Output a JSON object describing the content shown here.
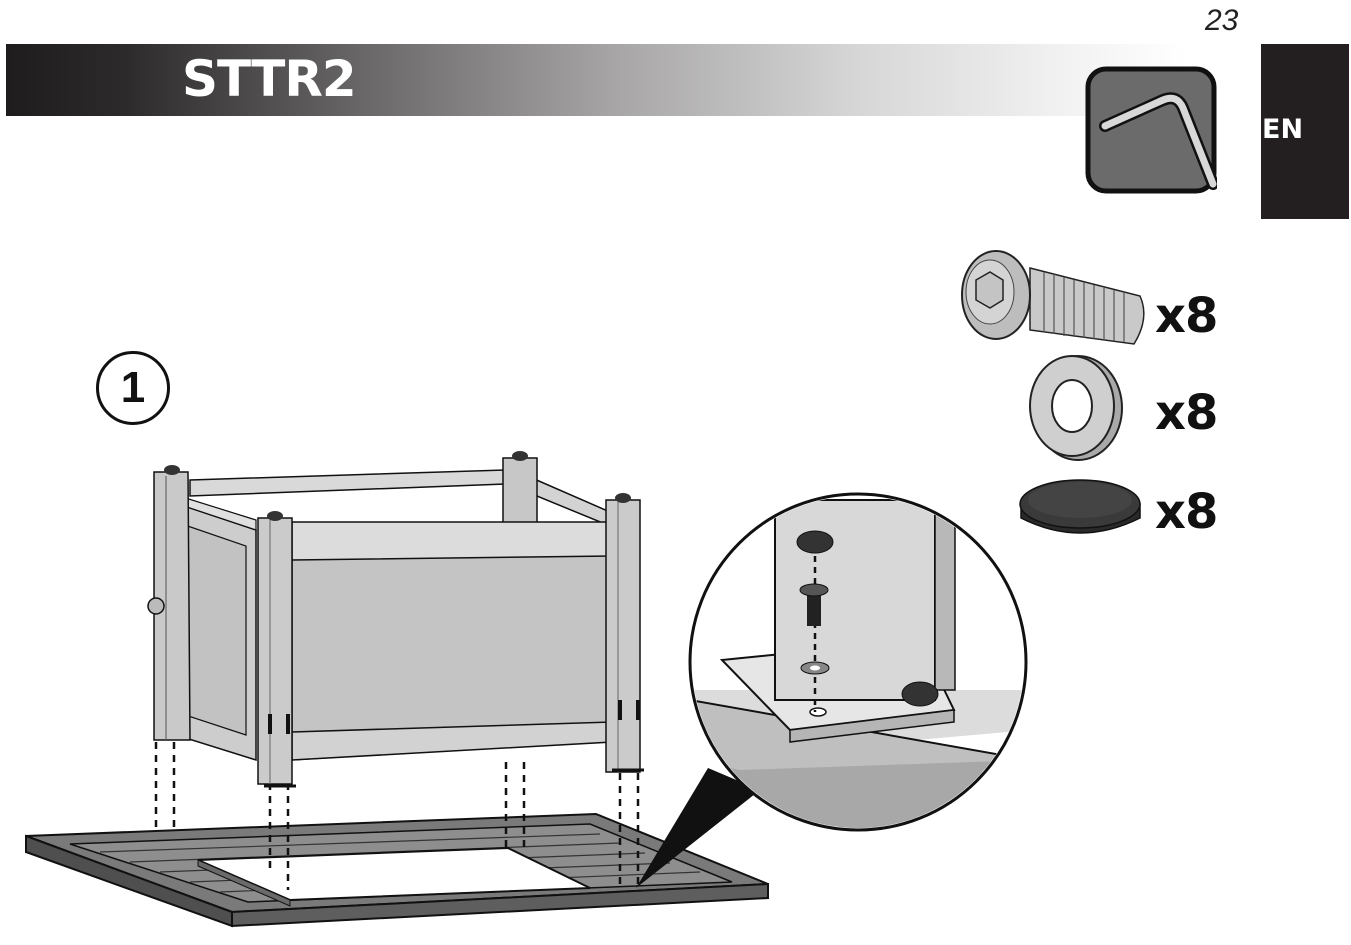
{
  "page": {
    "number": "23",
    "language": "EN"
  },
  "header": {
    "title": "STTR2"
  },
  "tool": {
    "icon": "allen-key-icon"
  },
  "parts": [
    {
      "icon": "button-head-bolt-icon",
      "quantity": "x8"
    },
    {
      "icon": "washer-icon",
      "quantity": "x8"
    },
    {
      "icon": "cap-icon",
      "quantity": "x8"
    }
  ],
  "step": {
    "number": "1"
  },
  "colors": {
    "header_dark": "#1e1c1d",
    "tab": "#231f20",
    "part_gray": "#bdbdbd"
  }
}
